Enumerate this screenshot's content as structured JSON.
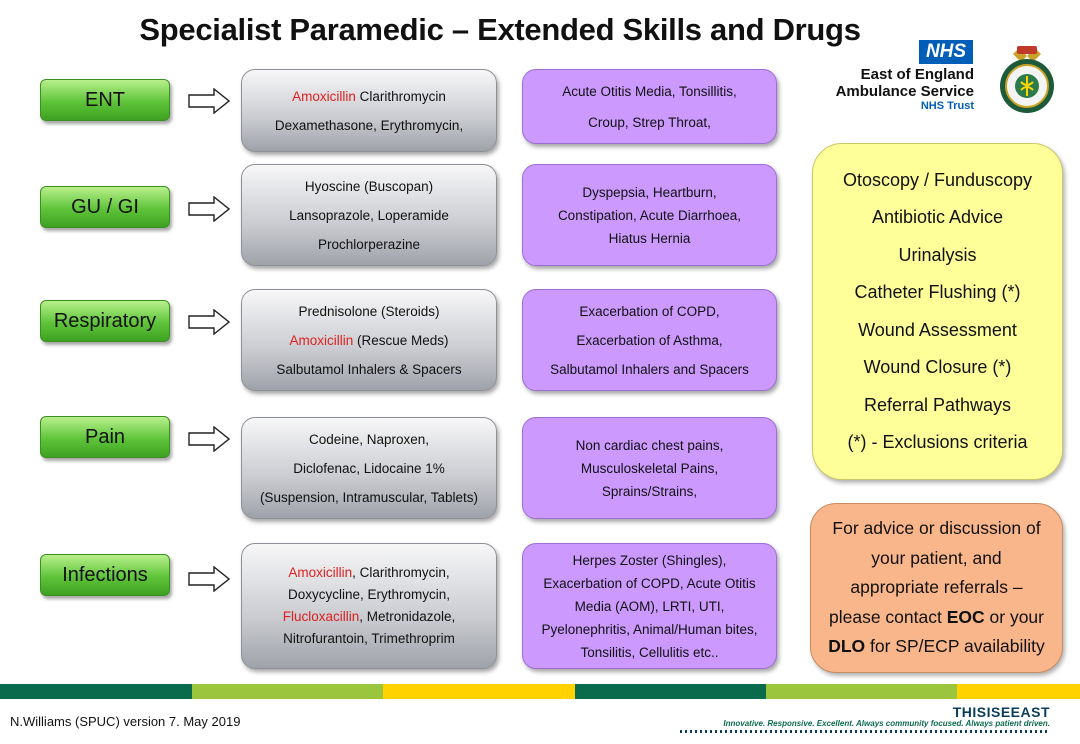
{
  "title": "Specialist Paramedic – Extended Skills and Drugs",
  "header": {
    "nhs_logo": "NHS",
    "org_line1": "East of England",
    "org_line2": "Ambulance Service",
    "org_line3": "NHS Trust",
    "crest_icon": "royal-crest-icon"
  },
  "rows": [
    {
      "category": "ENT",
      "drugs": [
        [
          {
            "t": "Amoxicillin",
            "red": true
          },
          {
            "t": " Clarithromycin",
            "red": false
          }
        ],
        [
          {
            "t": "Dexamethasone, Erythromycin,",
            "red": false
          }
        ]
      ],
      "conditions": [
        "Acute Otitis Media, Tonsillitis,",
        "Croup, Strep Throat,"
      ]
    },
    {
      "category": "GU / GI",
      "drugs": [
        [
          {
            "t": "Hyoscine (Buscopan)",
            "red": false
          }
        ],
        [
          {
            "t": "Lansoprazole, Loperamide",
            "red": false
          }
        ],
        [
          {
            "t": "Prochlorperazine",
            "red": false
          }
        ]
      ],
      "conditions": [
        "Dyspepsia, Heartburn,",
        "Constipation, Acute Diarrhoea,",
        "Hiatus Hernia"
      ]
    },
    {
      "category": "Respiratory",
      "drugs": [
        [
          {
            "t": "Prednisolone (Steroids)",
            "red": false
          }
        ],
        [
          {
            "t": "Amoxicillin",
            "red": true
          },
          {
            "t": " (Rescue Meds)",
            "red": false
          }
        ],
        [
          {
            "t": "Salbutamol Inhalers & Spacers",
            "red": false
          }
        ]
      ],
      "conditions": [
        "Exacerbation of COPD,",
        "Exacerbation of Asthma,",
        "Salbutamol Inhalers and Spacers"
      ]
    },
    {
      "category": "Pain",
      "drugs": [
        [
          {
            "t": "Codeine, Naproxen,",
            "red": false
          }
        ],
        [
          {
            "t": "Diclofenac, Lidocaine 1%",
            "red": false
          }
        ],
        [
          {
            "t": "(Suspension, Intramuscular, Tablets)",
            "red": false
          }
        ]
      ],
      "conditions": [
        "Non cardiac chest pains,",
        "Musculoskeletal Pains,",
        "Sprains/Strains,"
      ]
    },
    {
      "category": "Infections",
      "drugs": [
        [
          {
            "t": "Amoxicillin",
            "red": true
          },
          {
            "t": ", Clarithromycin,",
            "red": false
          }
        ],
        [
          {
            "t": "Doxycycline, Erythromycin,",
            "red": false
          }
        ],
        [
          {
            "t": "Flucloxacillin",
            "red": true
          },
          {
            "t": ", Metronidazole,",
            "red": false
          }
        ],
        [
          {
            "t": "Nitrofurantoin, Trimethroprim",
            "red": false
          }
        ]
      ],
      "conditions": [
        "Herpes Zoster (Shingles),",
        "Exacerbation of COPD, Acute Otitis",
        "Media (AOM), LRTI, UTI,",
        "Pyelonephritis, Animal/Human bites,",
        "Tonsilitis, Cellulitis etc.."
      ]
    }
  ],
  "skills": [
    "Otoscopy / Funduscopy",
    "Antibiotic Advice",
    "Urinalysis",
    "Catheter Flushing (*)",
    "Wound Assessment",
    "Wound Closure (*)",
    "Referral Pathways",
    "(*) - Exclusions criteria"
  ],
  "advice": {
    "line1": "For advice or discussion of",
    "line2": "your patient, and",
    "line3": "appropriate referrals –",
    "line4_pre": "please contact ",
    "line4_bold": "EOC",
    "line4_post": " or your",
    "line5_bold": "DLO",
    "line5_post": " for SP/ECP availability"
  },
  "footer": {
    "credit": "N.Williams (SPUC) version 7.  May 2019",
    "brand": "THISISEEAST",
    "tagline": "Innovative. Responsive. Excellent. Always community focused. Always patient driven."
  },
  "colors": {
    "drug_red": "#e02020",
    "category_green": "#5fc43a",
    "condition_purple": "#cc99ff",
    "skills_yellow": "#ffff99",
    "advice_orange": "#f9b68a",
    "nhs_blue": "#005eb8",
    "stripes": [
      "#0a6b4c",
      "#9bc53d",
      "#ffd200",
      "#0a6b4c",
      "#9bc53d",
      "#ffd200"
    ]
  }
}
